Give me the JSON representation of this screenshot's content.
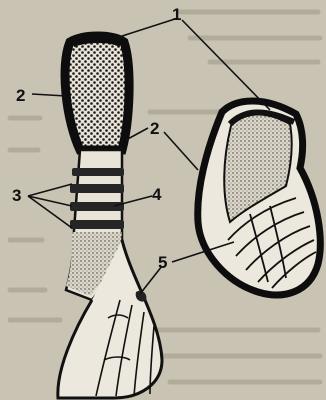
{
  "labels": {
    "l1": "1",
    "l2_left": "2",
    "l2_right": "2",
    "l3": "3",
    "l4": "4",
    "l5": "5"
  },
  "colors": {
    "background": "#c9c3b4",
    "ink": "#111111",
    "tissue_fill": "#e9e4d8"
  }
}
